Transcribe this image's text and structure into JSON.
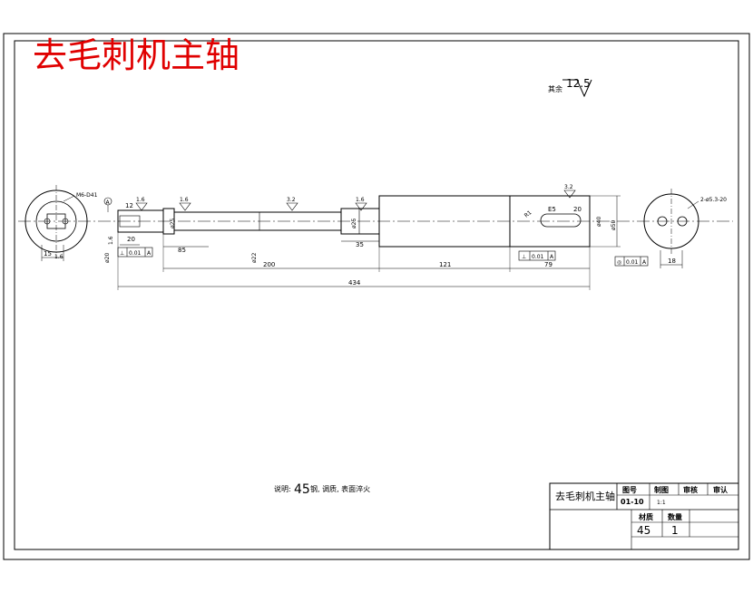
{
  "title": "去毛刺机主轴",
  "roughness_note": {
    "prefix": "其余",
    "value": "12.5"
  },
  "roughness_marks": [
    "1.6",
    "1.6",
    "3.2",
    "1.6",
    "3.2"
  ],
  "left_view": {
    "label_top": "M6-D41",
    "w_dim": "15",
    "h_dim": "",
    "h_sub": "1.6"
  },
  "right_view": {
    "label_top": "2-ø5.3-20",
    "w_dim": "18"
  },
  "datum": "A",
  "dims": {
    "d1": "12",
    "d2": "20",
    "d3": "ø20",
    "d3_tol": "1.6",
    "d4": "85",
    "d5": "ø25",
    "d6": "ø22",
    "d7": "200",
    "d8": "ø25",
    "d9": "35",
    "d10": "121",
    "d11": "79",
    "d12": "434",
    "d13": "R1",
    "d14": "E5",
    "d15": "20",
    "d16": "ø40",
    "d17": "ø50"
  },
  "tolerances": [
    {
      "symbol": "⊥",
      "value": "0.01",
      "datum": "A"
    },
    {
      "symbol": "⊥",
      "value": "0.01",
      "datum": "A"
    },
    {
      "symbol": "◎",
      "value": "0.01",
      "datum": "A"
    }
  ],
  "note": {
    "prefix": "说明:",
    "material": "45",
    "rest": "钢, 调质, 表面淬火"
  },
  "title_block": {
    "part_name": "去毛刺机主轴",
    "h_drawing_no": "图号",
    "h_scale": "制图",
    "h_check1": "审核",
    "h_check2": "审认",
    "drawing_no": "01-10",
    "scale": "1:1",
    "h_material": "材质",
    "h_quantity": "数量",
    "material": "45",
    "quantity": "1"
  }
}
